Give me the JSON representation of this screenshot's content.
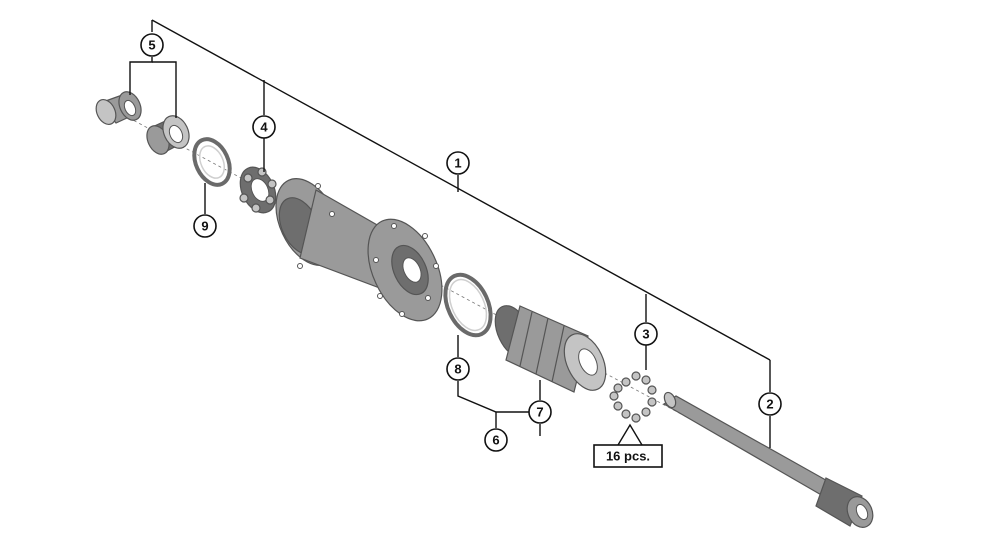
{
  "diagram": {
    "type": "exploded parts diagram",
    "callouts": [
      {
        "id": "c1",
        "label": "1"
      },
      {
        "id": "c2",
        "label": "2"
      },
      {
        "id": "c3",
        "label": "3"
      },
      {
        "id": "c4",
        "label": "4"
      },
      {
        "id": "c5",
        "label": "5"
      },
      {
        "id": "c6",
        "label": "6"
      },
      {
        "id": "c7",
        "label": "7"
      },
      {
        "id": "c8",
        "label": "8"
      },
      {
        "id": "c9",
        "label": "9"
      }
    ],
    "quantity_note": "16 pcs."
  }
}
